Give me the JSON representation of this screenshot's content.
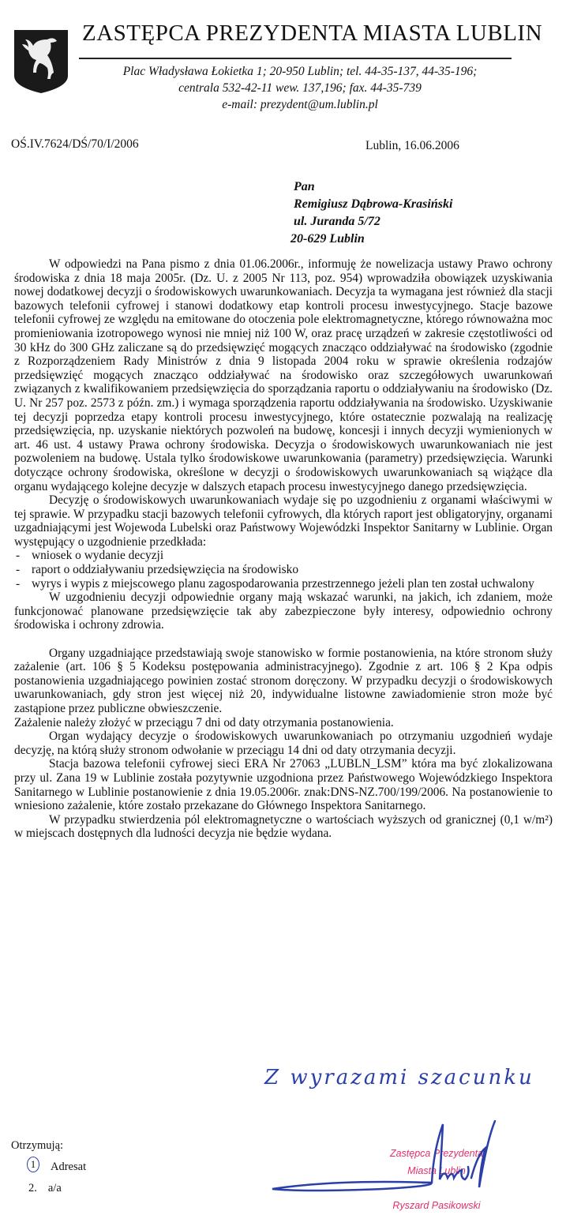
{
  "letterhead": {
    "title": "ZASTĘPCA PREZYDENTA MIASTA LUBLIN",
    "address_line": "Plac Władysława Łokietka 1; 20-950 Lublin; tel. 44-35-137, 44-35-196;",
    "phone_line": "centrala 532-42-11 wew. 137,196; fax. 44-35-739",
    "email_line": "e-mail: prezydent@um.lublin.pl",
    "crest_icon": "lublin-goat-crest"
  },
  "date": "Lublin, 16.06.2006",
  "reference": "OŚ.IV.7624/DŚ/70/I/2006",
  "recipient": {
    "salutation": "Pan",
    "name": "Remigiusz Dąbrowa-Krasiński",
    "street": "ul. Juranda 5/72",
    "city": "20-629 Lublin"
  },
  "body": {
    "p1": "W odpowiedzi na Pana pismo z dnia 01.06.2006r., informuję że nowelizacja ustawy Prawo ochrony środowiska z dnia 18 maja 2005r. (Dz. U. z 2005 Nr 113, poz. 954) wprowadziła obowiązek uzyskiwania nowej dodatkowej decyzji o środowiskowych uwarunkowaniach. Decyzja ta wymagana jest również dla stacji bazowych telefonii cyfrowej i stanowi dodatkowy etap kontroli procesu inwestycyjnego. Stacje bazowe telefonii cyfrowej ze względu na emitowane do otoczenia pole elektromagnetyczne, którego równoważna moc promieniowania izotropowego wynosi nie mniej niż 100 W, oraz pracę urządzeń w zakresie częstotliwości od 30 kHz do 300 GHz zaliczane są do przedsięwzięć mogących znacząco oddziaływać na środowisko (zgodnie z Rozporządzeniem Rady Ministrów z dnia 9 listopada 2004 roku w sprawie określenia rodzajów przedsięwzięć mogących znacząco oddziaływać na środowisko oraz szczegółowych uwarunkowań związanych z kwalifikowaniem przedsięwzięcia do sporządzania raportu o oddziaływaniu na środowisko (Dz. U. Nr 257 poz. 2573 z późn. zm.) i wymaga sporządzenia raportu oddziaływania na środowisko. Uzyskiwanie tej decyzji poprzedza etapy kontroli procesu inwestycyjnego, które ostatecznie pozwalają na realizację przedsięwzięcia, np. uzyskanie niektórych pozwoleń na budowę, koncesji i innych decyzji wymienionych w art. 46 ust. 4 ustawy Prawa ochrony środowiska. Decyzja o środowiskowych uwarunkowaniach nie jest pozwoleniem na budowę. Ustala tylko środowiskowe uwarunkowania (parametry) przedsięwzięcia. Warunki dotyczące ochrony środowiska, określone w decyzji o środowiskowych uwarunkowaniach są wiążące dla organu wydającego kolejne decyzje w dalszych etapach procesu inwestycyjnego danego przedsięwzięcia.",
    "p2": "Decyzję o środowiskowych uwarunkowaniach wydaje się po uzgodnieniu z organami właściwymi w tej sprawie. W przypadku stacji bazowych telefonii cyfrowych, dla których raport jest obligatoryjny, organami uzgadniającymi jest Wojewoda Lubelski oraz Państwowy Wojewódzki Inspektor Sanitarny w Lublinie. Organ występujący o uzgodnienie przedkłada:",
    "list": [
      "wniosek o wydanie decyzji",
      "raport o oddziaływaniu przedsięwzięcia na środowisko",
      "wyrys i wypis z miejscowego planu zagospodarowania przestrzennego jeżeli plan ten został uchwalony"
    ],
    "p3": "W uzgodnieniu decyzji odpowiednie organy mają wskazać warunki, na jakich, ich zdaniem, może funkcjonować planowane przedsięwzięcie tak aby zabezpieczone były interesy, odpowiednio ochrony środowiska i ochrony zdrowia.",
    "p4": "Organy uzgadniające przedstawiają swoje stanowisko w formie postanowienia, na które stronom służy zażalenie (art. 106 § 5 Kodeksu postępowania administracyjnego). Zgodnie z art. 106 § 2 Kpa odpis postanowienia uzgadniającego powinien zostać stronom doręczony. W przypadku decyzji o środowiskowych uwarunkowaniach, gdy stron jest więcej niż 20, indywidualne listowne zawiadomienie stron może być zastąpione przez publiczne obwieszczenie.",
    "p5": "Zażalenie należy złożyć w przeciągu 7 dni od daty otrzymania postanowienia.",
    "p6": "Organ wydający decyzje o środowiskowych uwarunkowaniach po otrzymaniu uzgodnień wydaje decyzję, na którą służy stronom odwołanie w przeciągu 14 dni od daty otrzymania decyzji.",
    "p7": "Stacja bazowa telefonii cyfrowej sieci ERA Nr 27063 „LUBLN_LSM” która ma być zlokalizowana przy ul. Zana 19 w Lublinie została pozytywnie uzgodniona przez Państwowego Wojewódzkiego Inspektora Sanitarnego w Lublinie postanowienie z dnia 19.05.2006r. znak:DNS-NZ.700/199/2006. Na postanowienie to wniesiono zażalenie, które zostało przekazane do Głównego Inspektora Sanitarnego.",
    "p8": "W przypadku stwierdzenia pól elektromagnetyczne o wartościach wyższych od granicznej (0,1 w/m²) w miejscach dostępnych dla ludności decyzja nie będzie wydana."
  },
  "closing_handwritten": "Z wyrazami szacunku",
  "stamp": {
    "line1": "Zastępca Prezydenta",
    "line2": "Miasta Lublin",
    "line3": "Ryszard Pasikowski"
  },
  "recipients": {
    "label": "Otrzymują:",
    "items": [
      {
        "num": "1",
        "text": "Adresat"
      },
      {
        "num": "2.",
        "text": "a/a"
      }
    ]
  },
  "colors": {
    "stamp": "#e0306a",
    "ink": "#2a3fa8"
  }
}
